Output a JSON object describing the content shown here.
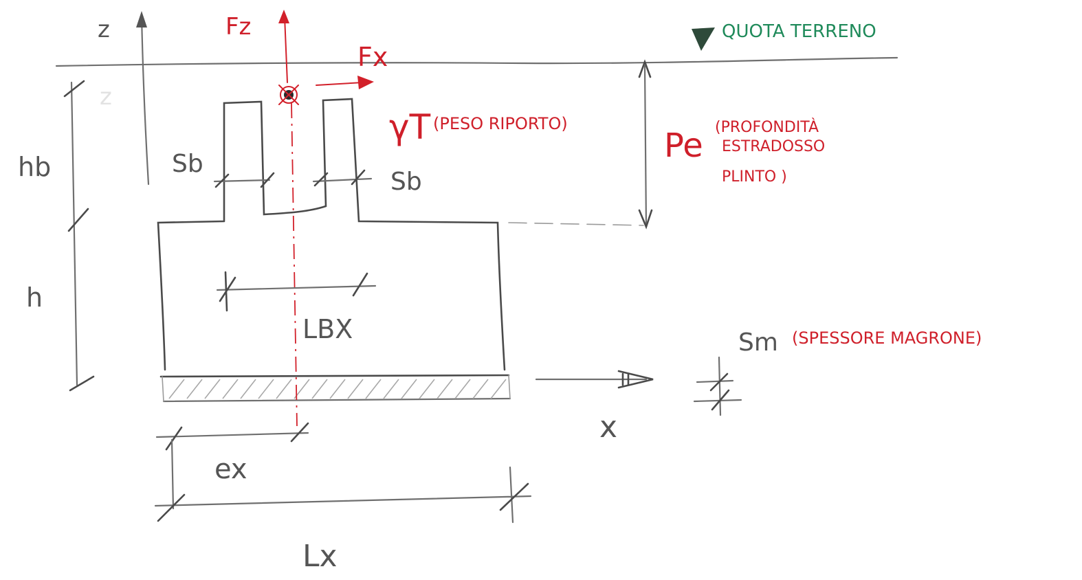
{
  "labels": {
    "z_axis": "z",
    "fz": "Fz",
    "fx": "Fx",
    "ground_level": "QUOTA TERRENO",
    "gamma_t_symbol": "γT",
    "gamma_t_desc": "(PESO RIPORTO)",
    "pe_symbol": "Pe",
    "pe_desc_line1": "(PROFONDITÀ",
    "pe_desc_line2": "ESTRADOSSO",
    "pe_desc_line3": "PLINTO )",
    "hb": "hb",
    "h": "h",
    "sb_left": "Sb",
    "sb_right": "Sb",
    "lbx": "LBX",
    "sm_symbol": "Sm",
    "sm_desc": "(SPESSORE MAGRONE)",
    "x_axis": "x",
    "ex": "ex",
    "lx": "Lx"
  },
  "colors": {
    "pencil": "#6f6f6f",
    "red_annotation": "#d2202a",
    "green_annotation": "#1f8a5a"
  }
}
